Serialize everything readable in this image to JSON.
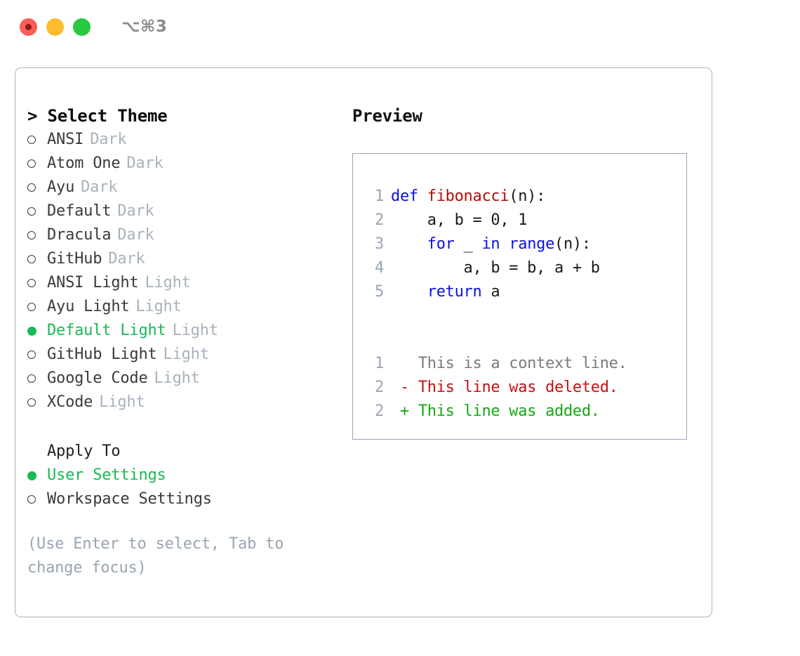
{
  "titlebar": {
    "shortcut": "⌥⌘3",
    "lights": [
      "close-red",
      "minimize-yellow",
      "maximize-green"
    ]
  },
  "theme_panel": {
    "header": "> Select Theme",
    "items": [
      {
        "marker": "hollow",
        "name": "ANSI",
        "badge": "Dark",
        "selected": false
      },
      {
        "marker": "hollow",
        "name": "Atom One",
        "badge": "Dark",
        "selected": false
      },
      {
        "marker": "hollow",
        "name": "Ayu",
        "badge": "Dark",
        "selected": false
      },
      {
        "marker": "hollow",
        "name": "Default",
        "badge": "Dark",
        "selected": false
      },
      {
        "marker": "hollow",
        "name": "Dracula",
        "badge": "Dark",
        "selected": false
      },
      {
        "marker": "hollow",
        "name": "GitHub",
        "badge": "Dark",
        "selected": false
      },
      {
        "marker": "hollow",
        "name": "ANSI Light",
        "badge": "Light",
        "selected": false
      },
      {
        "marker": "hollow",
        "name": "Ayu Light",
        "badge": "Light",
        "selected": false
      },
      {
        "marker": "filled",
        "name": "Default Light",
        "badge": "Light",
        "selected": true
      },
      {
        "marker": "hollow",
        "name": "GitHub Light",
        "badge": "Light",
        "selected": false
      },
      {
        "marker": "hollow",
        "name": "Google Code",
        "badge": "Light",
        "selected": false
      },
      {
        "marker": "hollow",
        "name": "XCode",
        "badge": "Light",
        "selected": false
      }
    ]
  },
  "apply_to": {
    "header": "Apply To",
    "items": [
      {
        "marker": "filled",
        "name": "User Settings",
        "selected": true
      },
      {
        "marker": "hollow",
        "name": "Workspace Settings",
        "selected": false
      }
    ]
  },
  "hint": "(Use Enter to select, Tab to change focus)",
  "preview": {
    "title": "Preview",
    "code_lines": [
      {
        "no": "1",
        "tokens": [
          {
            "t": "def ",
            "c": "kw"
          },
          {
            "t": "fibonacci",
            "c": "fn"
          },
          {
            "t": "(n):",
            "c": "plain"
          }
        ]
      },
      {
        "no": "2",
        "tokens": [
          {
            "t": "    a, b = 0, 1",
            "c": "plain"
          }
        ]
      },
      {
        "no": "3",
        "tokens": [
          {
            "t": "    ",
            "c": "plain"
          },
          {
            "t": "for",
            "c": "kw"
          },
          {
            "t": " _ ",
            "c": "plain"
          },
          {
            "t": "in",
            "c": "kw"
          },
          {
            "t": " ",
            "c": "plain"
          },
          {
            "t": "range",
            "c": "kw"
          },
          {
            "t": "(n):",
            "c": "plain"
          }
        ]
      },
      {
        "no": "4",
        "tokens": [
          {
            "t": "        a, b = b, a + b",
            "c": "plain"
          }
        ]
      },
      {
        "no": "5",
        "tokens": [
          {
            "t": "    ",
            "c": "plain"
          },
          {
            "t": "return",
            "c": "kw"
          },
          {
            "t": " a",
            "c": "plain"
          }
        ]
      }
    ],
    "diff_lines": [
      {
        "no": "1",
        "text": "   This is a context line.",
        "kind": "ctx"
      },
      {
        "no": "2",
        "text": " - This line was deleted.",
        "kind": "del"
      },
      {
        "no": "2",
        "text": " + This line was added.",
        "kind": "add"
      }
    ]
  },
  "colors": {
    "accent_green": "#19b955",
    "badge_gray": "#a9b2bd",
    "hint_gray": "#9aa5b1",
    "keyword_blue": "#0b12e0",
    "function_red": "#b40c0c",
    "diff_delete": "#c41111",
    "diff_add": "#14a814",
    "border": "#aab4c0"
  }
}
